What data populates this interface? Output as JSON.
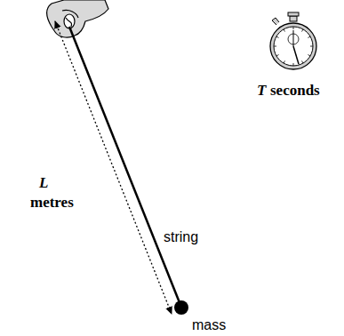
{
  "diagram": {
    "labels": [
      "L",
      "metres",
      "string",
      "mass",
      "T",
      "seconds"
    ]
  }
}
